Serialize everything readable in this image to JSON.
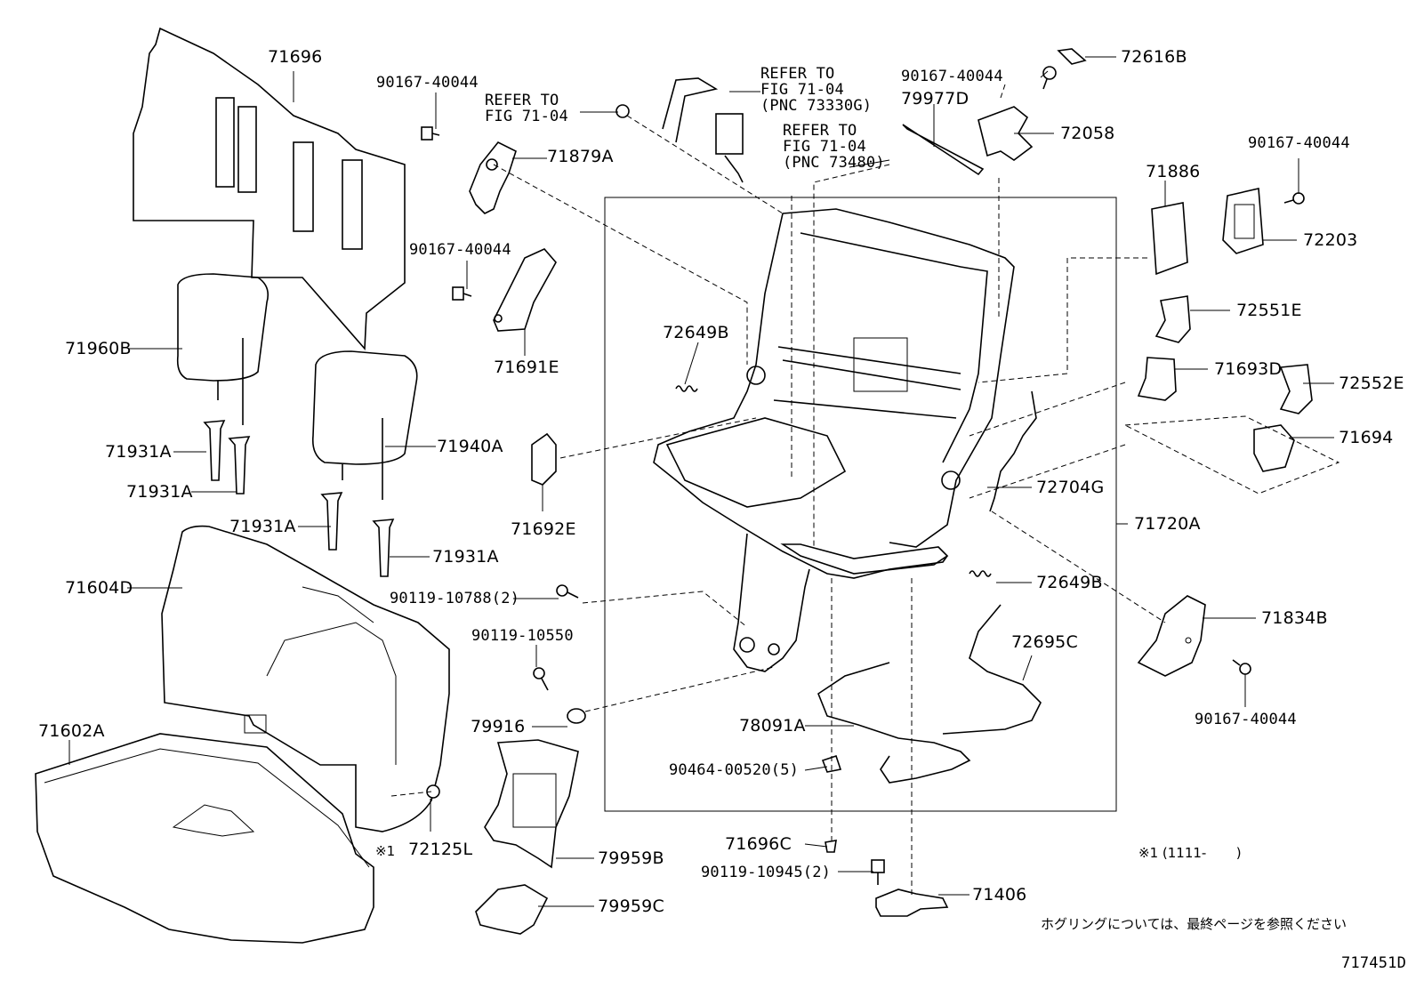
{
  "figure_id": "717451D",
  "refer_labels": {
    "refer_a": "REFER TO\nFIG 71-04",
    "refer_b": "REFER TO\nFIG 71-04\n(PNC 73330G)",
    "refer_c": "REFER TO\nFIG 71-04\n(PNC 73480)"
  },
  "parts": {
    "p71696": "71696",
    "p90167_a": "90167-40044",
    "p71879A": "71879A",
    "p90167_b": "90167-40044",
    "p71691E": "71691E",
    "p71960B": "71960B",
    "p71931A_1": "71931A",
    "p71931A_2": "71931A",
    "p71940A": "71940A",
    "p71931A_3": "71931A",
    "p71931A_4": "71931A",
    "p71604D": "71604D",
    "p90119_10788": "90119-10788(2)",
    "p90119_10550": "90119-10550",
    "p71692E": "71692E",
    "p72649B_a": "72649B",
    "p79916": "79916",
    "p71602A": "71602A",
    "p72125L": "72125L",
    "p79959B": "79959B",
    "p79959C": "79959C",
    "p90167_c": "90167-40044",
    "p72616B": "72616B",
    "p79977D": "79977D",
    "p72058": "72058",
    "p71886": "71886",
    "p90167_d": "90167-40044",
    "p72203": "72203",
    "p72551E": "72551E",
    "p71693D": "71693D",
    "p72552E": "72552E",
    "p71694": "71694",
    "p72704G": "72704G",
    "p71720A": "71720A",
    "p72649B_b": "72649B",
    "p72695C": "72695C",
    "p71834B": "71834B",
    "p90167_e": "90167-40044",
    "p78091A": "78091A",
    "p90464": "90464-00520(5)",
    "p71696C": "71696C",
    "p90119_10945": "90119-10945(2)",
    "p71406": "71406"
  },
  "notes": {
    "mark_1": "※1",
    "footnote_1": "※1 (1111-       )",
    "hog_ring_note": "ホグリングについては、最終ページを参照ください"
  }
}
